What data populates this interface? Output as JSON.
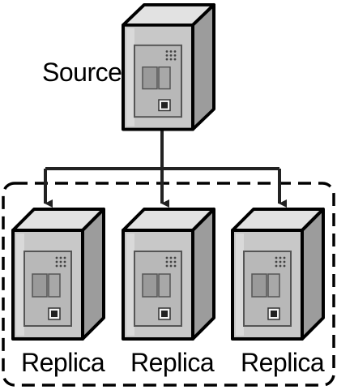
{
  "diagram": {
    "source": {
      "label": "Source",
      "icon": "server-tower-icon"
    },
    "replicas": [
      {
        "label": "Replica",
        "icon": "server-tower-icon"
      },
      {
        "label": "Replica",
        "icon": "server-tower-icon"
      },
      {
        "label": "Replica",
        "icon": "server-tower-icon"
      }
    ],
    "replica_group": {
      "border_style": "dashed"
    },
    "colors": {
      "server_front": "#c4c4c4",
      "server_side": "#9c9c9c",
      "server_top": "#e2e2e2",
      "outline": "#000000",
      "connector": "#222222"
    }
  }
}
